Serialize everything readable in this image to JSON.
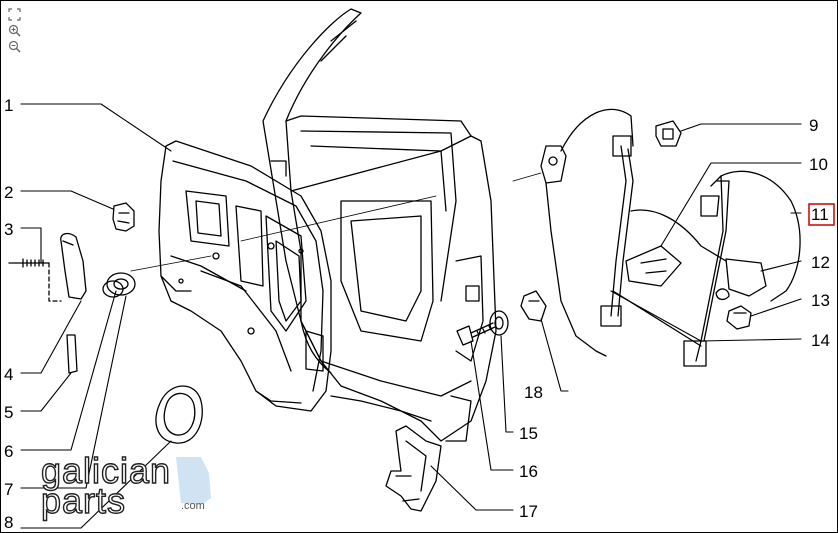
{
  "viewer": {
    "tools": [
      {
        "name": "fit-icon",
        "tooltip": ""
      },
      {
        "name": "zoom-in-icon",
        "tooltip": ""
      },
      {
        "name": "zoom-out-icon",
        "tooltip": ""
      }
    ]
  },
  "labels": [
    "1",
    "2",
    "3",
    "4",
    "5",
    "6",
    "7",
    "8",
    "9",
    "10",
    "11",
    "12",
    "13",
    "14",
    "15",
    "16",
    "17",
    "18"
  ],
  "selected_label": "11",
  "colors": {
    "line": "#000000",
    "selection": "#cc0000",
    "watermark_accent": "#cfe3f2"
  },
  "watermark": {
    "line1": "galician",
    "line2": "parts",
    "domain": ".com"
  }
}
